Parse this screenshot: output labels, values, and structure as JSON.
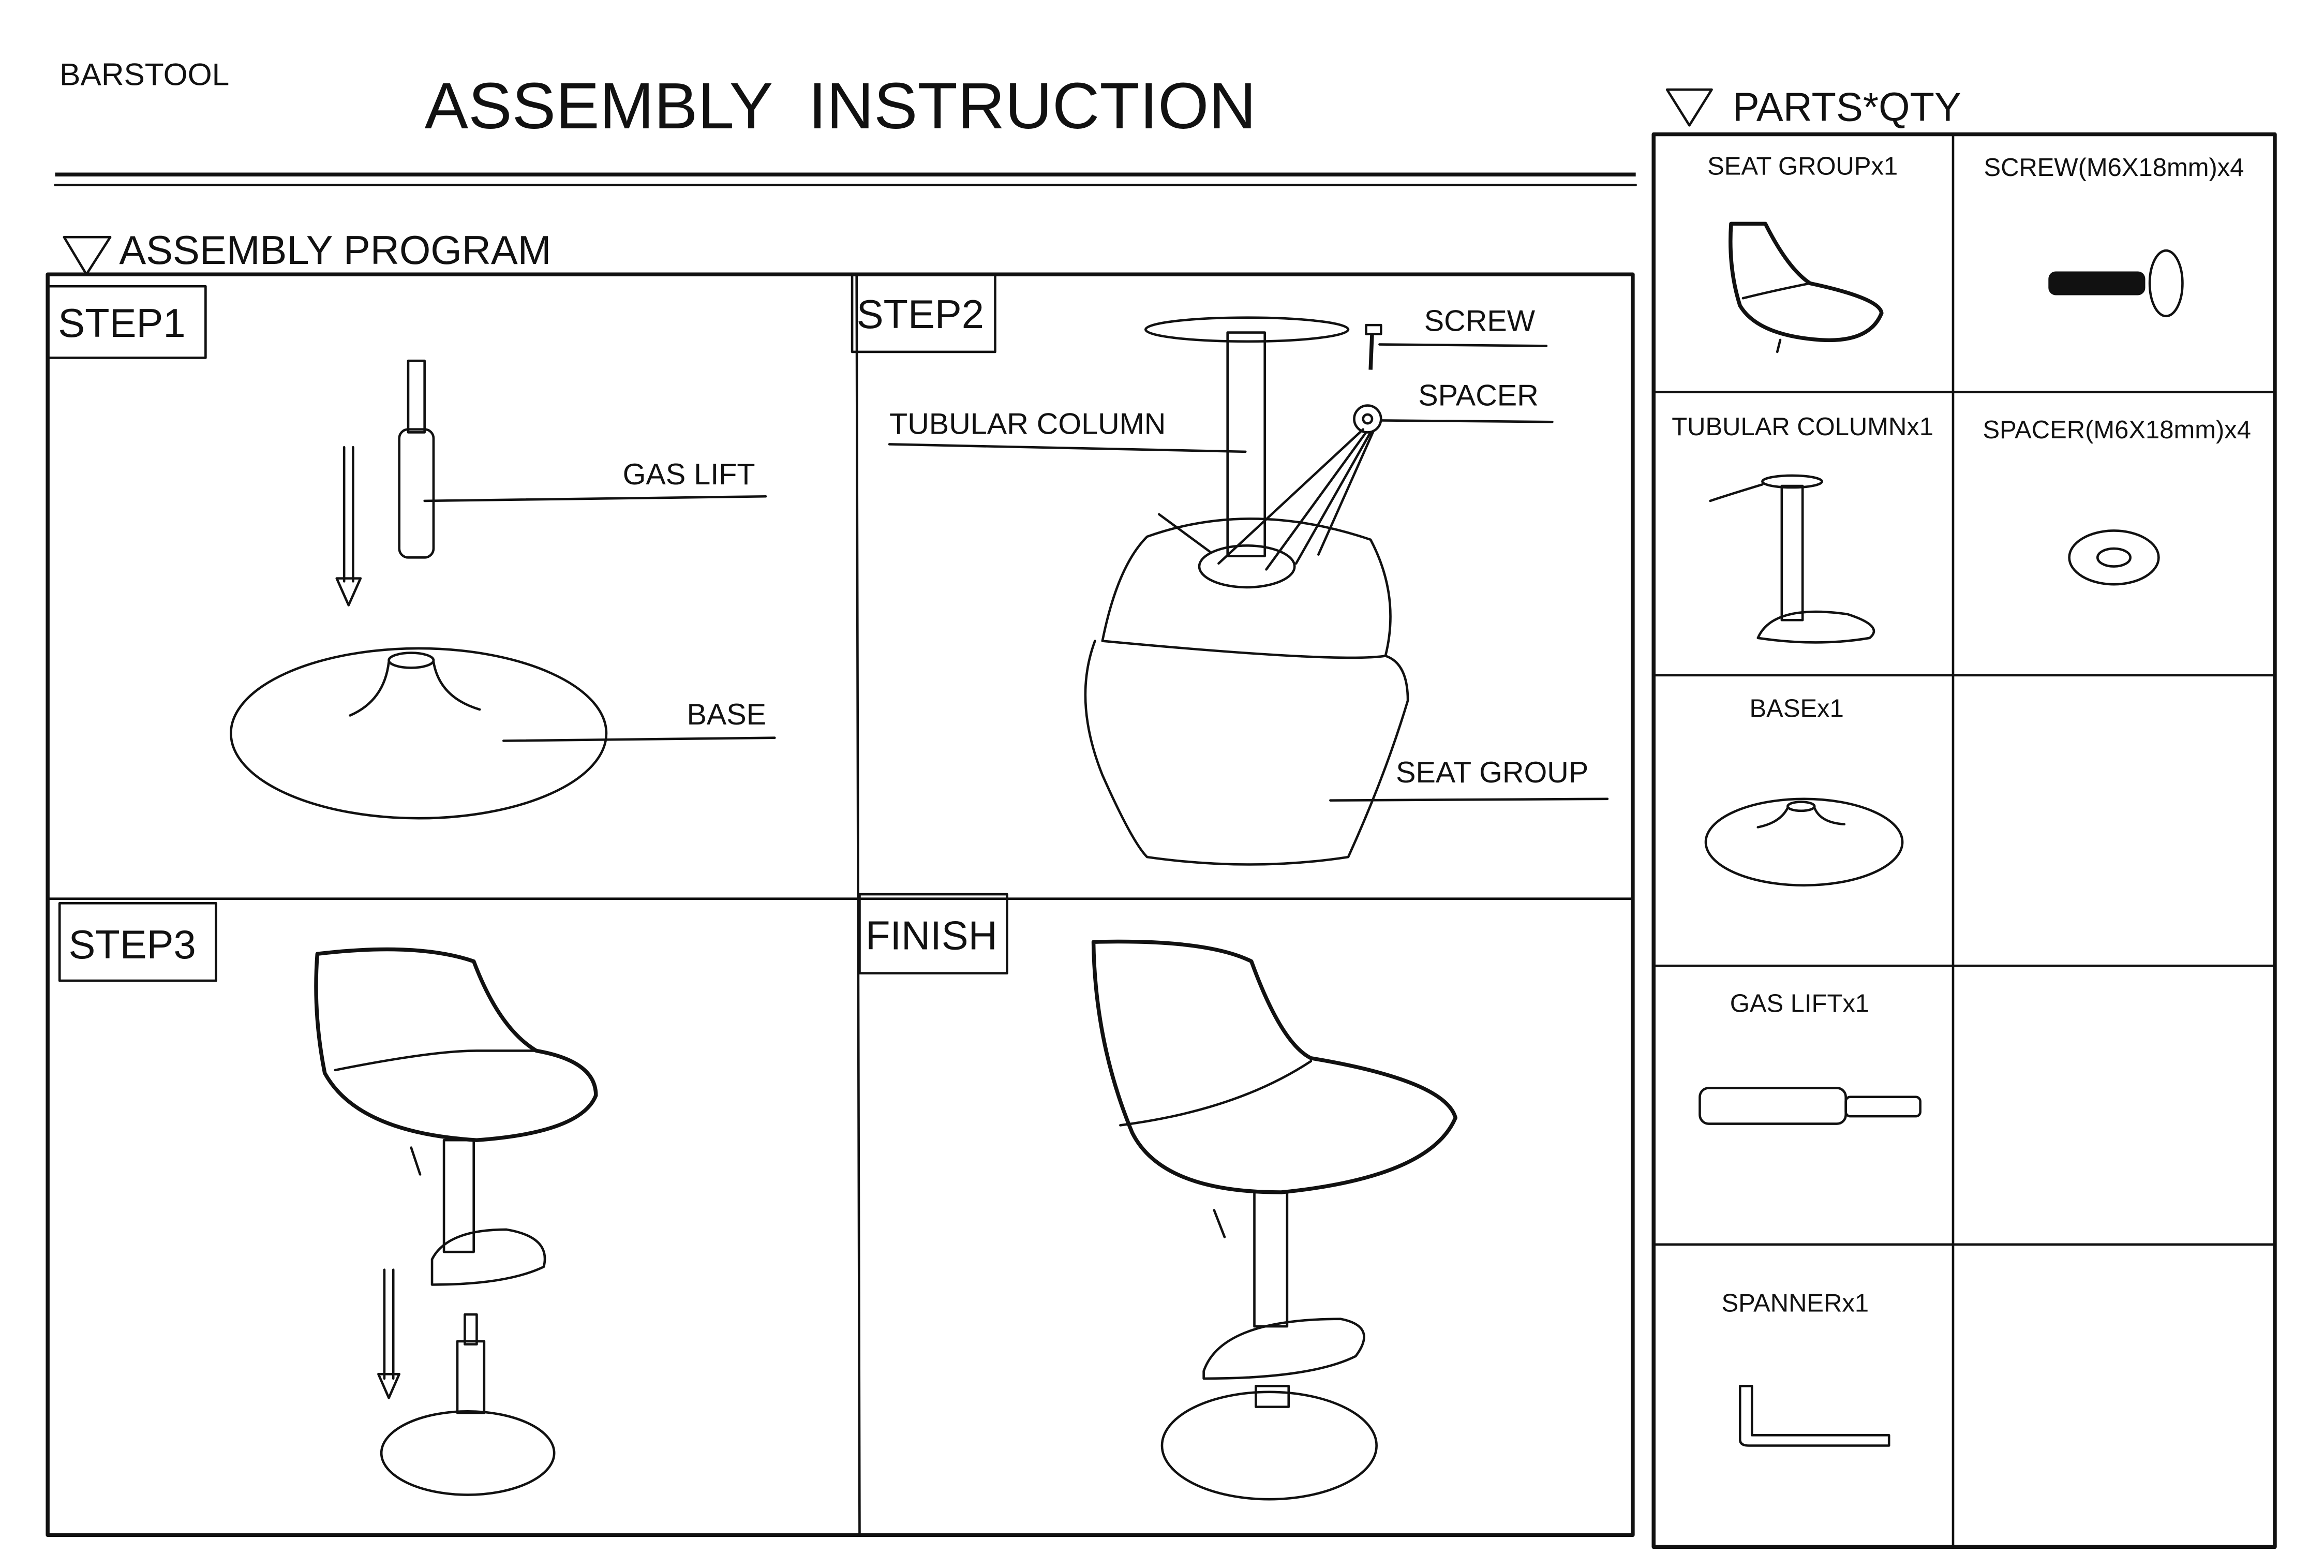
{
  "header": {
    "product": "BARSTOOL",
    "title": "ASSEMBLY  INSTRUCTION",
    "program_heading": "ASSEMBLY PROGRAM",
    "parts_heading": "PARTS*QTY"
  },
  "steps": [
    {
      "label": "STEP1",
      "callouts": [
        "GAS LIFT",
        "BASE"
      ]
    },
    {
      "label": "STEP2",
      "callouts": [
        "SCREW",
        "SPACER",
        "TUBULAR COLUMN",
        "SEAT GROUP"
      ]
    },
    {
      "label": "STEP3",
      "callouts": []
    },
    {
      "label": "FINISH",
      "callouts": []
    }
  ],
  "parts": [
    {
      "label": "SEAT GROUPx1",
      "icon": "seat-group"
    },
    {
      "label": "SCREW(M6X18mm)x4",
      "icon": "screw"
    },
    {
      "label": "TUBULAR COLUMNx1",
      "icon": "tubular-column"
    },
    {
      "label": "SPACER(M6X18mm)x4",
      "icon": "spacer"
    },
    {
      "label": "BASEx1",
      "icon": "base"
    },
    {
      "label": "GAS LIFTx1",
      "icon": "gas-lift"
    },
    {
      "label": "SPANNERx1",
      "icon": "spanner"
    }
  ]
}
